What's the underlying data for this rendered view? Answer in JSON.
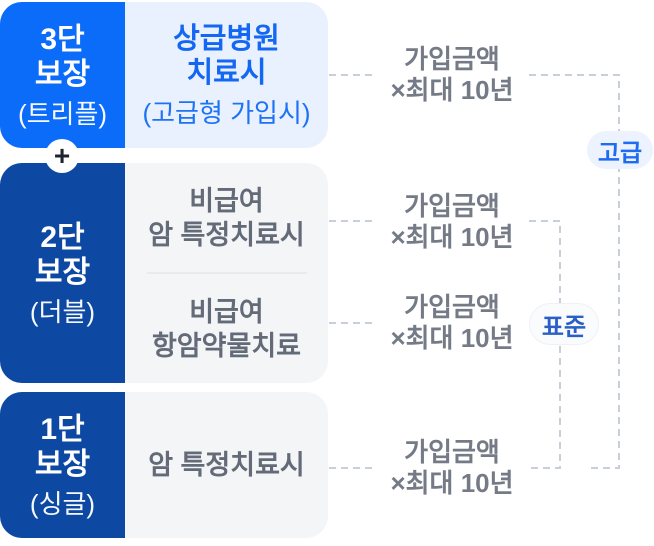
{
  "colors": {
    "tier_top_bg": "#0b6cfa",
    "tier_lower_bg": "#0d49a3",
    "panel_premium_bg": "#e8f1fd",
    "panel_gray_bg": "#f4f5f7",
    "panel_premium_text": "#1467f2",
    "panel_gray_text": "#646b78",
    "amount_label_text": "#757b86",
    "dash_line": "#c9cfd9",
    "badge_premium_text": "#1d6cf2",
    "badge_standard_text": "#2a5fc8"
  },
  "tiers": {
    "tier3": {
      "line1": "3단",
      "line2": "보장",
      "sub": "(트리플)"
    },
    "tier2": {
      "line1": "2단",
      "line2": "보장",
      "sub": "(더블)"
    },
    "tier1": {
      "line1": "1단",
      "line2": "보장",
      "sub": "(싱글)"
    }
  },
  "panels": {
    "premium": {
      "line1": "상급병원",
      "line2": "치료시",
      "note": "(고급형 가입시)"
    },
    "double_top": {
      "line1": "비급여",
      "line2": "암 특정치료시"
    },
    "double_bottom": {
      "line1": "비급여",
      "line2": "항암약물치료"
    },
    "single": {
      "text": "암 특정치료시"
    }
  },
  "plus_symbol": "+",
  "amounts": [
    {
      "line1": "가입금액",
      "line2": "×최대 10년"
    },
    {
      "line1": "가입금액",
      "line2": "×최대 10년"
    },
    {
      "line1": "가입금액",
      "line2": "×최대 10년"
    },
    {
      "line1": "가입금액",
      "line2": "×최대 10년"
    }
  ],
  "badges": {
    "premium": "고급",
    "standard": "표준"
  }
}
